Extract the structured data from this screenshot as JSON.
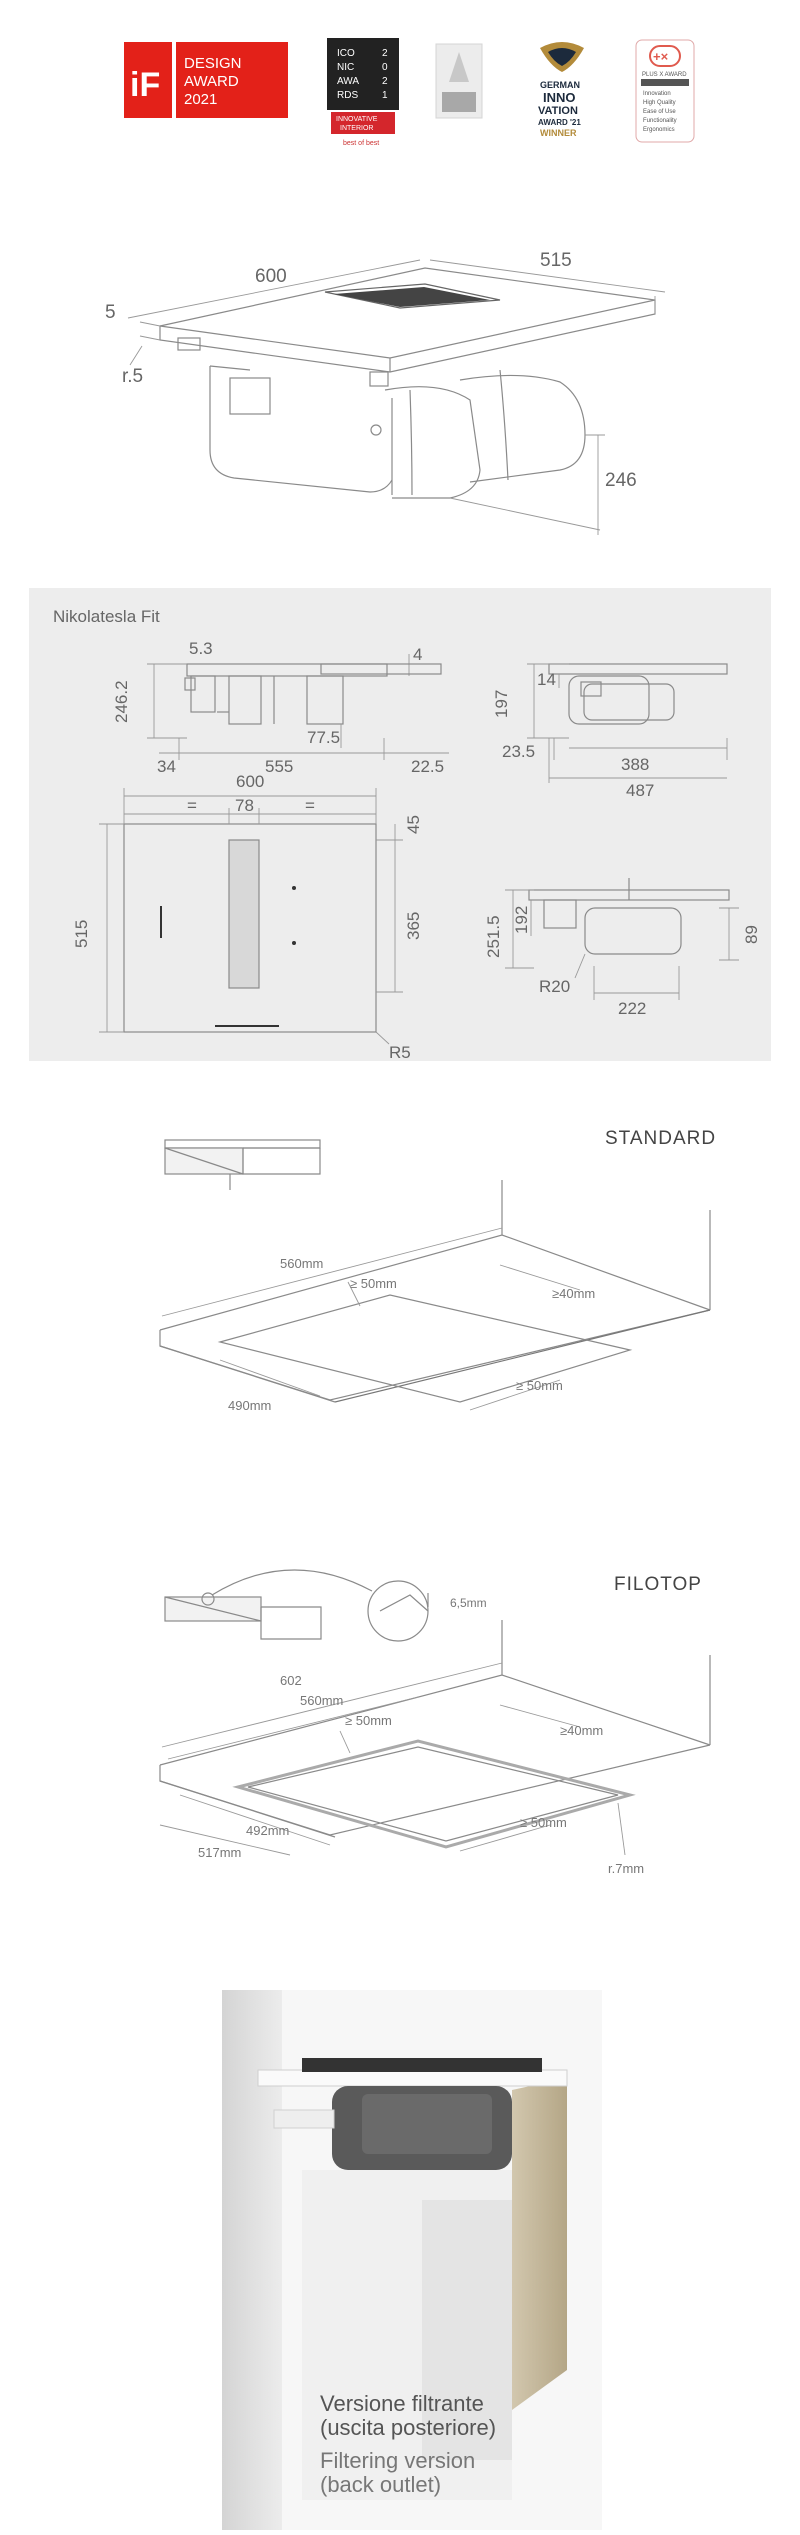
{
  "awards": {
    "if_brand": "iF",
    "if_text": [
      "DESIGN",
      "AWARD",
      "2021"
    ],
    "iconic_text": [
      "ICO",
      "NIC",
      "AWA",
      "RDS"
    ],
    "iconic_year": [
      "2",
      "0",
      "2",
      "1"
    ],
    "iconic_badge": [
      "INNOVATIVE",
      "INTERIOR"
    ],
    "iconic_sub": "best of best",
    "german_text": [
      "GERMAN",
      "INNO",
      "VATION",
      "AWARD '21",
      "WINNER"
    ],
    "plusx_brand": "PLUS X AWARD",
    "plusx_items": [
      "Innovation",
      "High Quality",
      "Ease of Use",
      "Functionality",
      "Ergonomics"
    ]
  },
  "iso_dims": {
    "width": "600",
    "depth": "515",
    "thickness": "5",
    "radius": "r.5",
    "height": "246"
  },
  "tech": {
    "title": "Nikolatesla Fit",
    "front": {
      "top_small": "5.3",
      "top_right": "4",
      "height": "246.2",
      "mid": "77.5",
      "left": "34",
      "width": "555",
      "right": "22.5"
    },
    "side": {
      "a": "197",
      "b": "14",
      "c": "23.5",
      "d": "388",
      "e": "487"
    },
    "top": {
      "width": "600",
      "eq1": "=",
      "mid": "78",
      "eq2": "=",
      "top_r": "45",
      "depth": "515",
      "inner": "365",
      "radius": "R5"
    },
    "side2": {
      "a": "251.5",
      "b": "192",
      "c": "89",
      "r": "R20",
      "w": "222"
    }
  },
  "standard": {
    "label": "STANDARD",
    "dims": {
      "w": "560mm",
      "min1": "≥ 50mm",
      "min2": "≥40mm",
      "d": "490mm",
      "min3": "≥ 50mm"
    }
  },
  "filotop": {
    "label": "FILOTOP",
    "detail": "6,5mm",
    "dims": {
      "w_out": "602",
      "w": "560mm",
      "min1": "≥ 50mm",
      "min2": "≥40mm",
      "d": "492mm",
      "d_out": "517mm",
      "min3": "≥ 50mm",
      "r": "r.7mm"
    }
  },
  "photo": {
    "caption_it": [
      "Versione filtrante",
      "(uscita posteriore)"
    ],
    "caption_en": [
      "Filtering version",
      "(back outlet)"
    ]
  }
}
